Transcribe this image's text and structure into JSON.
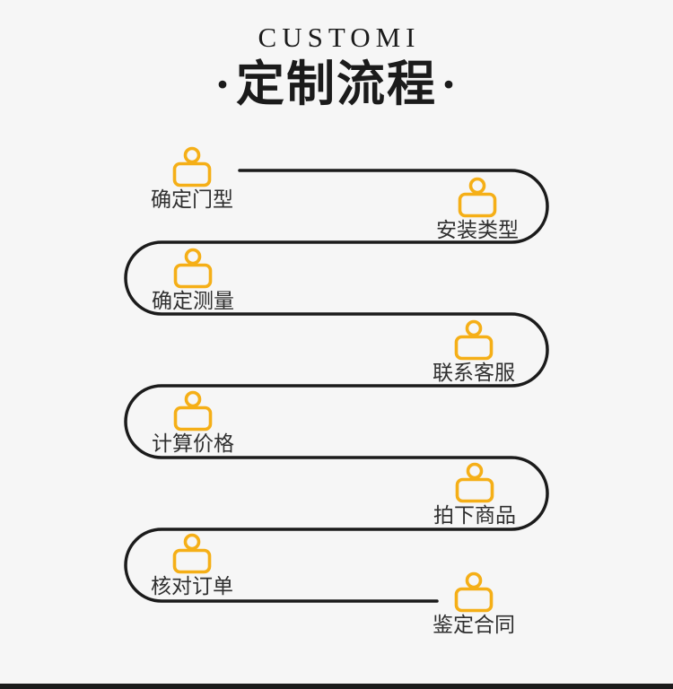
{
  "header": {
    "title_en": "CUSTOMI",
    "subtitle": "定制流程",
    "decor_dot": "·"
  },
  "colors": {
    "bg": "#f6f6f6",
    "line": "#1b1b1b",
    "accent": "#f5af17",
    "text": "#2f2f2f",
    "title": "#1b1b1b"
  },
  "steps": [
    {
      "label": "确定门型"
    },
    {
      "label": "安装类型"
    },
    {
      "label": "确定测量"
    },
    {
      "label": "联系客服"
    },
    {
      "label": "计算价格"
    },
    {
      "label": "拍下商品"
    },
    {
      "label": "核对订单"
    },
    {
      "label": "鉴定合同"
    }
  ]
}
